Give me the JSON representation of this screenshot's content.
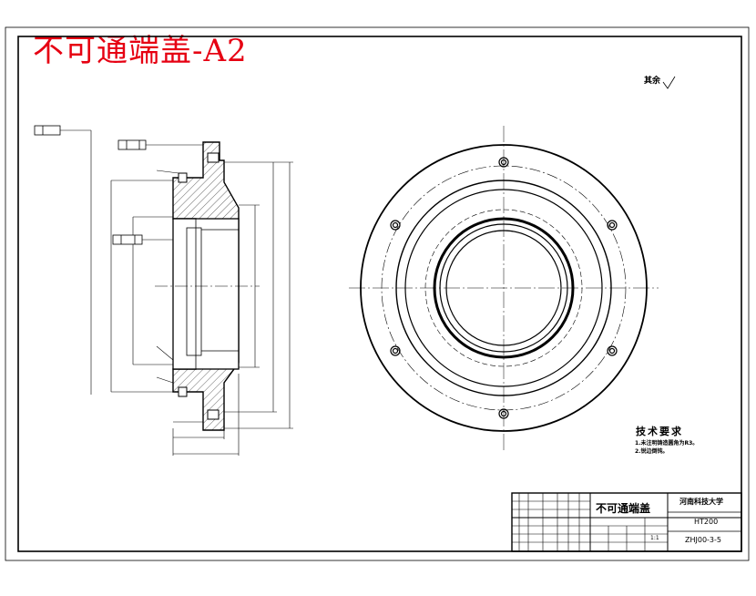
{
  "drawing": {
    "stamp_title": "不可通端盖-A2",
    "surface_finish_note": "其余",
    "tech_requirements": {
      "title": "技术要求",
      "items": [
        "1.未注明铸造圆角为R3。",
        "2.锐边倒钝。"
      ]
    },
    "title_block": {
      "part_name": "不可通端盖",
      "school": "河南科技大学",
      "material": "HT200",
      "drawing_no": "ZHJ00-3-5",
      "scale": "1:1"
    }
  }
}
